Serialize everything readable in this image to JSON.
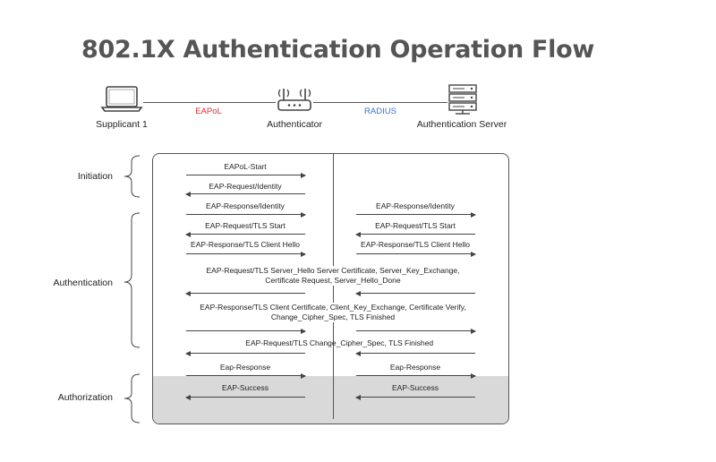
{
  "title": "802.1X Authentication Operation Flow",
  "devices": {
    "supplicant": "Supplicant 1",
    "authenticator": "Authenticator",
    "server": "Authentication Server"
  },
  "protocols": {
    "left": {
      "label": "EAPoL",
      "color": "#e03030"
    },
    "right": {
      "label": "RADIUS",
      "color": "#3a6fd8"
    }
  },
  "phases": {
    "initiation": "Initiation",
    "authentication": "Authentication",
    "authorization": "Authorization"
  },
  "messages": {
    "eapol_start": "EAPoL-Start",
    "req_identity": "EAP-Request/Identity",
    "resp_identity_left": "EAP-Response/Identity",
    "resp_identity_right": "EAP-Response/Identity",
    "req_tls_start_left": "EAP-Request/TLS Start",
    "req_tls_start_right": "EAP-Request/TLS Start",
    "client_hello_left": "EAP-Response/TLS Client Hello",
    "client_hello_right": "EAP-Response/TLS Client Hello",
    "server_hello_1": "EAP-Request/TLS Server_Hello Server Certificate, Server_Key_Exchange,",
    "server_hello_2": "Certificate Request, Server_Hello_Done",
    "client_cert_1": "EAP-Response/TLS Client Certificate, Client_Key_Exchange, Certificate Verify,",
    "client_cert_2": "Change_Cipher_Spec, TLS Finished",
    "req_tls_left": "EAP-Request/TLS",
    "req_tls_right": "Change_Cipher_Spec, TLS Finished",
    "eap_response_left": "Eap-Response",
    "eap_response_right": "Eap-Response",
    "eap_success_left": "EAP-Success",
    "eap_success_right": "EAP-Success"
  },
  "colors": {
    "authorization_bg": "#d9d9d9",
    "title": "#555555"
  },
  "icons": {
    "supplicant": "laptop-icon",
    "authenticator": "router-icon",
    "server": "server-icon"
  }
}
